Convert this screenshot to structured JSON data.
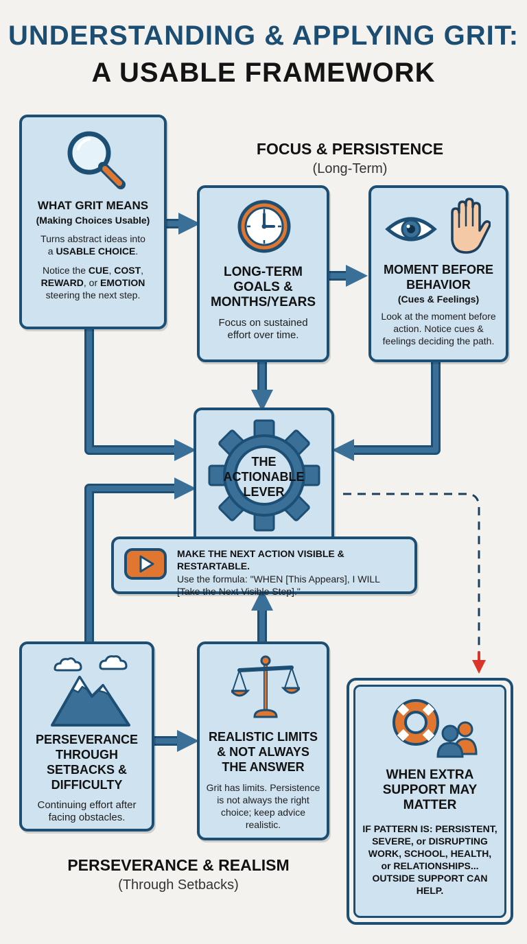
{
  "title": {
    "line1": "UNDERSTANDING & APPLYING GRIT:",
    "line2": "A USABLE FRAMEWORK"
  },
  "focus_section": {
    "heading": "FOCUS & PERSISTENCE",
    "subheading": "(Long-Term)"
  },
  "realism_section": {
    "heading": "PERSEVERANCE & REALISM",
    "subheading": "(Through Setbacks)"
  },
  "grit_meaning": {
    "title": "WHAT GRIT MEANS",
    "subtitle": "(Making Choices Usable)",
    "text1_a": "Turns abstract ideas into",
    "text1_b": "a",
    "text1_strong": "USABLE CHOICE",
    "text1_end": ".",
    "text2_a": "Notice the",
    "cue": "CUE",
    "comma1": ",",
    "cost": "COST",
    "comma2": ",",
    "reward": "REWARD",
    "or_word": ", or",
    "emotion": "EMOTION",
    "text2_end": "steering the next step."
  },
  "long_term": {
    "title": "LONG-TERM GOALS & MONTHS/YEARS",
    "text": "Focus on sustained effort over time."
  },
  "moment": {
    "title": "MOMENT BEFORE BEHAVIOR",
    "subtitle": "(Cues & Feelings)",
    "text": "Look at the moment before action. Notice cues & feelings deciding the path."
  },
  "lever": {
    "line1": "THE",
    "line2": "ACTIONABLE",
    "line3": "LEVER"
  },
  "action": {
    "title": "MAKE THE NEXT ACTION VISIBLE & RESTARTABLE.",
    "text": "Use the formula: \"WHEN [This Appears], I WILL [Take the Next Visible Step].\""
  },
  "perseverance": {
    "title": "PERSEVERANCE THROUGH SETBACKS & DIFFICULTY",
    "text": "Continuing effort after facing obstacles."
  },
  "limits": {
    "title": "REALISTIC LIMITS & NOT ALWAYS THE ANSWER",
    "text": "Grit has limits. Persistence is not always the right choice; keep advice realistic."
  },
  "support": {
    "title": "WHEN EXTRA SUPPORT MAY MATTER",
    "text": "IF PATTERN IS: PERSISTENT, SEVERE, or DISRUPTING WORK, SCHOOL, HEALTH, or RELATIONSHIPS... OUTSIDE SUPPORT CAN HELP."
  },
  "icons": [
    "magnifier-icon",
    "clock-icon",
    "eye-icon",
    "hand-icon",
    "gear-icon",
    "play-icon",
    "mountain-icon",
    "scale-icon",
    "lifebuoy-icon",
    "people-icon"
  ],
  "colors": {
    "border": "#1d4f74",
    "fill": "#cfe2ef",
    "arrow": "#3a6f98",
    "accent": "#e0762f",
    "alert": "#d9352b"
  }
}
